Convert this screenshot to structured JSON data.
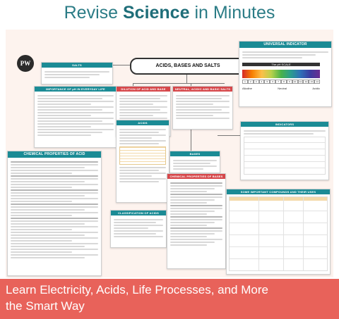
{
  "header": {
    "title_prefix": "Revise ",
    "title_bold": "Science",
    "title_suffix": " in Minutes"
  },
  "poster": {
    "logo_text": "PW",
    "center_title": "ACIDS, BASES AND SALTS",
    "cards": {
      "salts": "SALTS",
      "ph_everyday": "IMPORTANCE OF pH IN EVERYDAY LIFE",
      "dilution": "DILUTION OF ACID AND BASE",
      "neutral": "NEUTRAL, ACIDIC AND BASIC SALTS",
      "acids": "ACIDS",
      "bases": "BASES",
      "chem_acid": "CHEMICAL PROPERTIES OF ACID",
      "chem_base": "CHEMICAL PROPERTIES OF BASES",
      "classification": "CLASSIFICATION OF ACIDS",
      "indicators": "INDICATORS",
      "universal": "UNIVERSAL INDICATOR",
      "compounds": "SOME IMPORTANT COMPOUNDS AND THEIR USES"
    },
    "ph_scale": {
      "title": "The pH SCALE",
      "numbers": [
        "1",
        "2",
        "3",
        "4",
        "5",
        "6",
        "7",
        "8",
        "9",
        "10",
        "11",
        "12",
        "13",
        "14"
      ],
      "labels": [
        "Acidic",
        "Neutral",
        "Alkaline"
      ]
    }
  },
  "footer": {
    "line1": "Learn Electricity, Acids, Life Processes, and More",
    "line2": "the Smart Way"
  }
}
